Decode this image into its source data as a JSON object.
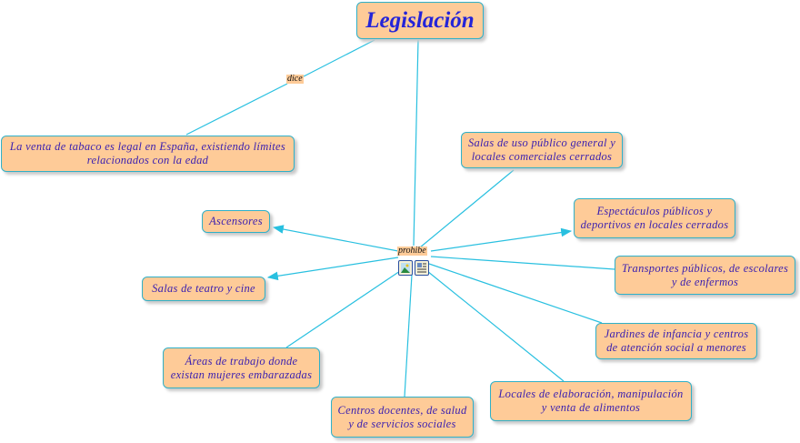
{
  "root": {
    "label": "Legislación"
  },
  "linking_phrases": {
    "left": "dice",
    "center": "prohibe"
  },
  "nodes": {
    "venta": "La venta de tabaco es legal en España, existiendo límites relacionados con la edad",
    "salas_uso": "Salas de uso público general y locales comerciales cerrados",
    "ascensores": "Ascensores",
    "espectaculos": "Espectáculos públicos y deportivos en locales cerrados",
    "teatro": "Salas de teatro y cine",
    "transportes": "Transportes públicos, de escolares y de enfermos",
    "jardines": "Jardines de infancia y centros de atención social a menores",
    "areas": "Áreas de trabajo donde existan mujeres embarazadas",
    "locales": "Locales de elaboración, manipulación y venta de alimentos",
    "centros": "Centros docentes, de salud y de servicios sociales"
  },
  "icons": [
    "image-icon",
    "document-icon"
  ],
  "colors": {
    "node_fill": "#fecb98",
    "node_border": "#2fb0c8",
    "line": "#29c0e0",
    "text": "#3a1fb0"
  }
}
